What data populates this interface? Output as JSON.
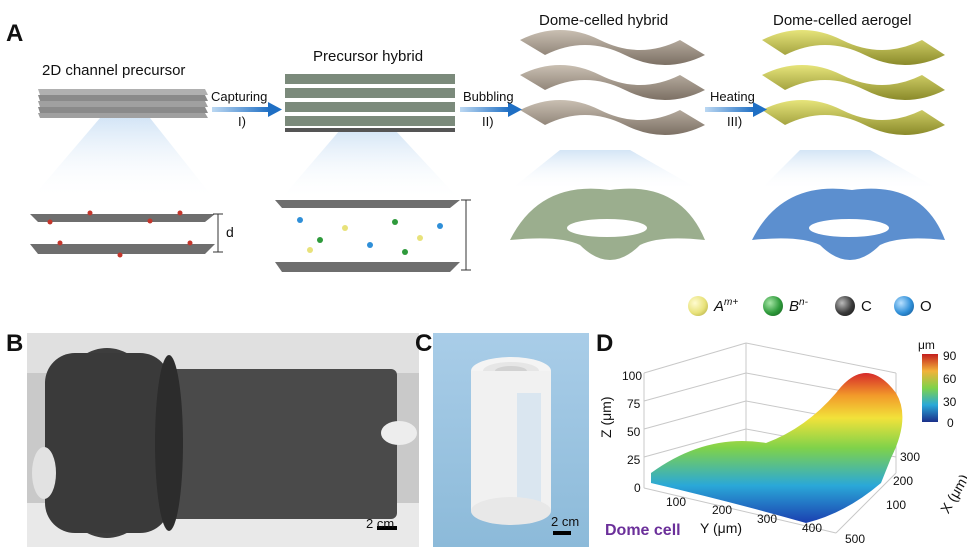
{
  "panels": {
    "a": "A",
    "b": "B",
    "c": "C",
    "d": "D"
  },
  "panel_a": {
    "titles": [
      "2D channel precursor",
      "Precursor hybrid",
      "Dome-celled hybrid",
      "Dome-celled aerogel"
    ],
    "arrows": [
      {
        "top": "Capturing",
        "bottom": "I)"
      },
      {
        "top": "Bubbling",
        "bottom": "II)"
      },
      {
        "top": "Heating",
        "bottom": "III)"
      }
    ],
    "spacing_label": "d",
    "legend": [
      {
        "label": "A",
        "sup": "m+",
        "color": "#e8e27a"
      },
      {
        "label": "B",
        "sup": "n-",
        "color": "#2e9a3b"
      },
      {
        "label": "C",
        "sup": "",
        "color": "#3a3a3a"
      },
      {
        "label": "O",
        "sup": "",
        "color": "#2f8fd8"
      }
    ]
  },
  "panel_b": {
    "scalebar": "2 cm"
  },
  "panel_c": {
    "scalebar": "2 cm"
  },
  "panel_d": {
    "caption": "Dome cell",
    "colorbar": {
      "unit": "μm",
      "ticks": [
        "90",
        "60",
        "30",
        "0"
      ]
    },
    "z_axis": {
      "label": "Z (μm)",
      "ticks": [
        "100",
        "75",
        "50",
        "25",
        "0"
      ]
    },
    "y_axis": {
      "label": "Y (μm)",
      "ticks": [
        "100",
        "200",
        "300",
        "400",
        "500"
      ]
    },
    "x_axis": {
      "label": "X (μm)",
      "ticks": [
        "300",
        "200",
        "100"
      ]
    }
  }
}
